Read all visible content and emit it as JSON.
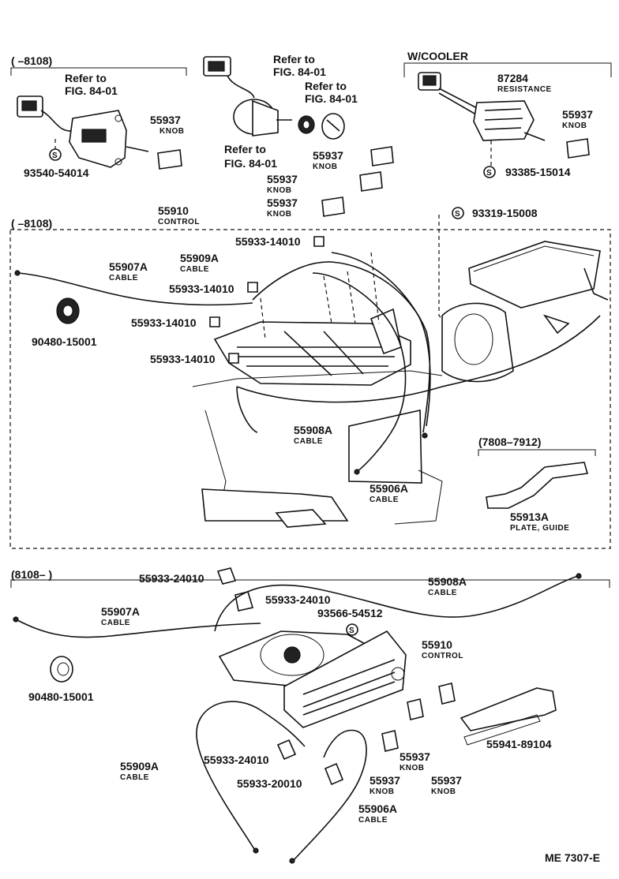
{
  "sections": {
    "top_left_range": "( –8108)",
    "cooler_header": "W/COOLER",
    "middle_range": "( –8108)",
    "lower_range": "(8108– )",
    "guide_range": "(7808–7912)"
  },
  "labels": {
    "refer_tl": [
      "Refer to",
      "FIG. 84-01"
    ],
    "part_tl": "93540-54014",
    "knob_tl": {
      "num": "55937",
      "name": "KNOB"
    },
    "refer_blower_top": [
      "Refer to",
      "FIG. 84-01"
    ],
    "refer_knob_top": [
      "Refer to",
      "FIG. 84-01"
    ],
    "refer_blower_bottom": [
      "Refer to",
      "FIG. 84-01"
    ],
    "knob_a": {
      "num": "55937",
      "name": "KNOB"
    },
    "knob_b": {
      "num": "55937",
      "name": "KNOB"
    },
    "knob_c": {
      "num": "55937",
      "name": "KNOB"
    },
    "resistance": {
      "num": "87284",
      "name": "RESISTANCE"
    },
    "knob_cooler": {
      "num": "55937",
      "name": "KNOB"
    },
    "screw_cooler": "93385-15014",
    "control_mid": {
      "num": "55910",
      "name": "CONTROL"
    },
    "screw_mid": "93319-15008",
    "clip_mid_1": "55933-14010",
    "clip_mid_2": "55933-14010",
    "clip_mid_3": "55933-14010",
    "clip_mid_4": "55933-14010",
    "cable_907a_mid": {
      "num": "55907A",
      "name": "CABLE"
    },
    "cable_909a_mid": {
      "num": "55909A",
      "name": "CABLE"
    },
    "grommet_mid": "90480-15001",
    "cable_908a_mid": {
      "num": "55908A",
      "name": "CABLE"
    },
    "cable_906a_mid": {
      "num": "55906A",
      "name": "CABLE"
    },
    "plate_guide": {
      "num": "55913A",
      "name": "PLATE, GUIDE"
    },
    "clip_low_1": "55933-24010",
    "clip_low_2": "55933-24010",
    "cable_908a_low": {
      "num": "55908A",
      "name": "CABLE"
    },
    "cable_907a_low": {
      "num": "55907A",
      "name": "CABLE"
    },
    "screw_low": "93566-54512",
    "control_low": {
      "num": "55910",
      "name": "CONTROL"
    },
    "grommet_low": "90480-15001",
    "knob_low_1": {
      "num": "55937",
      "name": "KNOB"
    },
    "knob_low_2": {
      "num": "55937",
      "name": "KNOB"
    },
    "knob_low_3": {
      "num": "55937",
      "name": "KNOB"
    },
    "lever_low": "55941-89104",
    "clip_low_3": "55933-24010",
    "clip_low_4": "55933-20010",
    "cable_909a_low": {
      "num": "55909A",
      "name": "CABLE"
    },
    "cable_906a_low": {
      "num": "55906A",
      "name": "CABLE"
    }
  },
  "footer": "ME 7307-E",
  "icons": {
    "screw_symbol": "S"
  }
}
